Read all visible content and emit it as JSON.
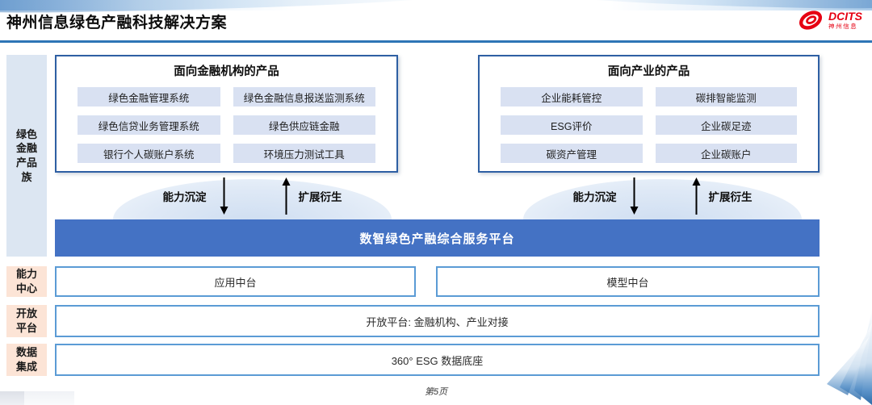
{
  "slide": {
    "title": "神州信息绿色产融科技解决方案",
    "page_footer": "第5页"
  },
  "logo": {
    "brand": "DCITS",
    "sub": "神州信息"
  },
  "sidebar": {
    "items": [
      {
        "id": "green-finance-product-family",
        "label": "绿色\n金融\n产品\n族"
      },
      {
        "id": "capability-center",
        "label": "能力\n中心"
      },
      {
        "id": "open-platform",
        "label": "开放\n平台"
      },
      {
        "id": "data-integration",
        "label": "数据\n集成"
      }
    ]
  },
  "product_groups": [
    {
      "title": "面向金融机构的产品",
      "items": [
        "绿色金融管理系统",
        "绿色金融信息报送监测系统",
        "绿色信贷业务管理系统",
        "绿色供应链金融",
        "银行个人碳账户系统",
        "环境压力测试工具"
      ]
    },
    {
      "title": "面向产业的产品",
      "items": [
        "企业能耗管控",
        "碳排智能监测",
        "ESG评价",
        "企业碳足迹",
        "碳资产管理",
        "企业碳账户"
      ]
    }
  ],
  "flow_labels": {
    "down": "能力沉淀",
    "up": "扩展衍生"
  },
  "platform_banner": "数智绿色产融综合服务平台",
  "middle_rows": {
    "capability": [
      "应用中台",
      "模型中台"
    ],
    "open_platform": "开放平台: 金融机构、产业对接",
    "data_base": "360° ESG 数据底座"
  },
  "colors": {
    "banner_blue": "#4472C4",
    "product_box_border": "#2E5FA3",
    "row_border_blue": "#5B9BD5",
    "chip_bg": "#D9E1F2",
    "sidebar_blue": "#DCE6F2",
    "sidebar_peach": "#FCE4D6",
    "logo_red": "#E60012",
    "header_line_blue": "#2E75B6"
  }
}
